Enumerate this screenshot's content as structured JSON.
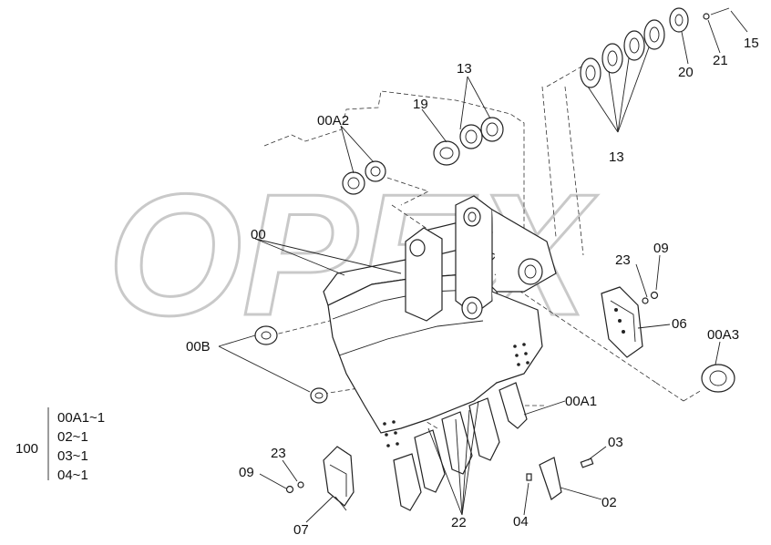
{
  "watermark": "OPEX",
  "labels": {
    "l00": "00",
    "l00A2": "00A2",
    "l19": "19",
    "l13_top": "13",
    "l13_right": "13",
    "l15": "15",
    "l20": "20",
    "l21": "21",
    "l23_right": "23",
    "l09_right": "09",
    "l06": "06",
    "l00A3": "00A3",
    "l00B": "00B",
    "l00A1": "00A1",
    "l03": "03",
    "l02": "02",
    "l04": "04",
    "l22": "22",
    "l23_left": "23",
    "l09_left": "09",
    "l07": "07"
  },
  "assembly": {
    "number": "100",
    "items": [
      "00A1~1",
      "02~1",
      "03~1",
      "04~1"
    ]
  }
}
